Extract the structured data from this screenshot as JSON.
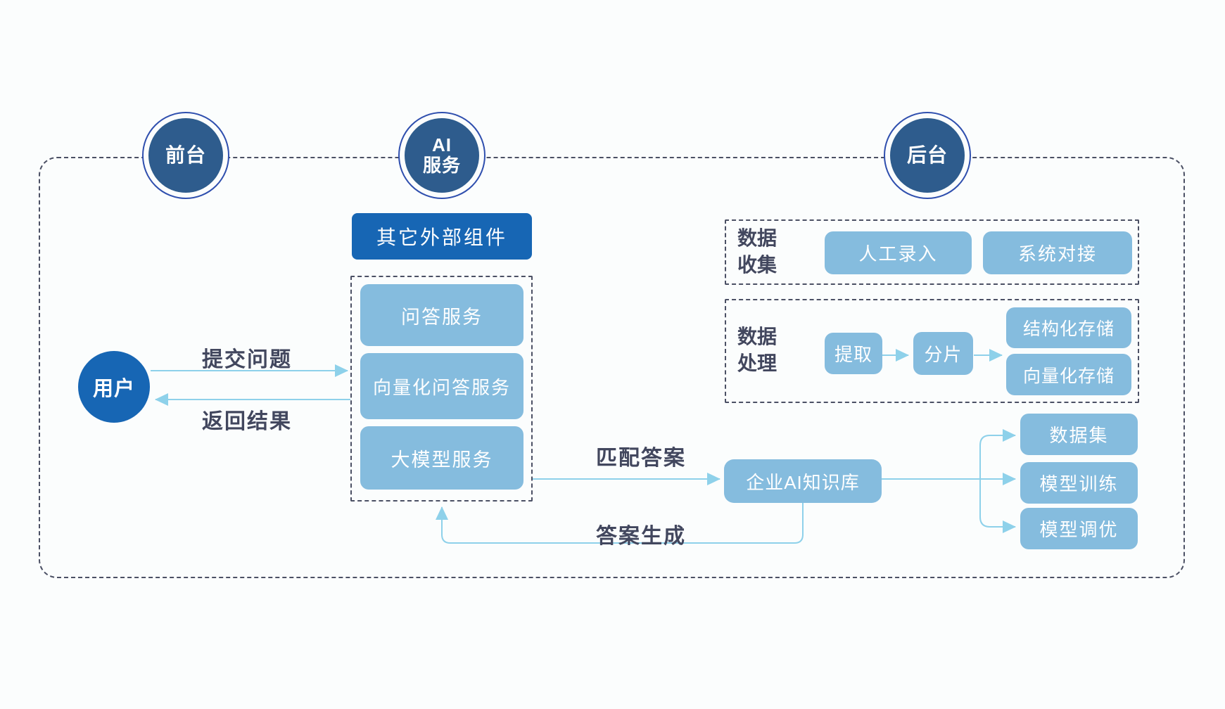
{
  "diagram_title": "AI knowledge-base service architecture",
  "colors": {
    "background": "#fbfdfd",
    "brand_blue": "#1766b4",
    "steel_blue": "#2e5c8d",
    "ring_blue": "#2f4fae",
    "light_blue": "#85bcde",
    "arrow_blue": "#8ed1ea",
    "dash_gray": "#4b5064",
    "label_text": "#42475e"
  },
  "lanes": {
    "front": {
      "label": "前台"
    },
    "ai": {
      "label": "AI\n服务"
    },
    "back": {
      "label": "后台"
    }
  },
  "user": {
    "label": "用户"
  },
  "external_component": {
    "label": "其它外部组件"
  },
  "ai_services": [
    {
      "label": "问答服务"
    },
    {
      "label": "向量化问答服务"
    },
    {
      "label": "大模型服务"
    }
  ],
  "flows": {
    "submit_question": "提交问题",
    "return_result": "返回结果",
    "match_answer": "匹配答案",
    "answer_generation": "答案生成"
  },
  "knowledge_base": {
    "label": "企业AI知识库"
  },
  "data_collection": {
    "title": "数据\n收集",
    "items": [
      {
        "label": "人工录入"
      },
      {
        "label": "系统对接"
      }
    ]
  },
  "data_processing": {
    "title": "数据\n处理",
    "extract": "提取",
    "shard": "分片",
    "storages": [
      {
        "label": "结构化存储"
      },
      {
        "label": "向量化存储"
      }
    ]
  },
  "model_nodes": [
    {
      "label": "数据集"
    },
    {
      "label": "模型训练"
    },
    {
      "label": "模型调优"
    }
  ]
}
